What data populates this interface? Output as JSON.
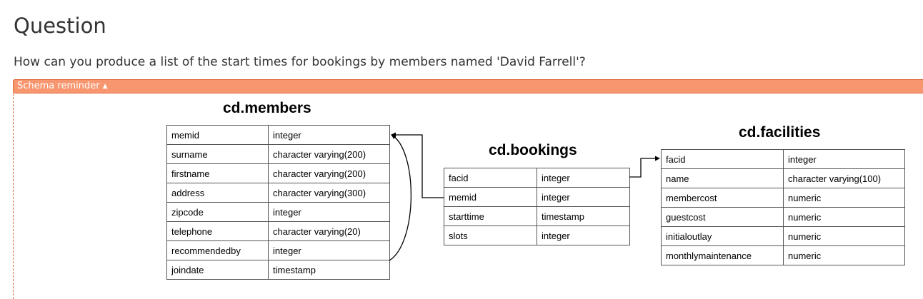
{
  "page": {
    "title": "Question",
    "question": "How can you produce a list of the start times for bookings by members named 'David Farrell'?"
  },
  "schema_toggle": {
    "label": "Schema reminder",
    "arrow": "▲"
  },
  "tables": {
    "members": {
      "title": "cd.members",
      "columns": [
        [
          "memid",
          "integer"
        ],
        [
          "surname",
          "character varying(200)"
        ],
        [
          "firstname",
          "character varying(200)"
        ],
        [
          "address",
          "character varying(300)"
        ],
        [
          "zipcode",
          "integer"
        ],
        [
          "telephone",
          "character varying(20)"
        ],
        [
          "recommendedby",
          "integer"
        ],
        [
          "joindate",
          "timestamp"
        ]
      ]
    },
    "bookings": {
      "title": "cd.bookings",
      "columns": [
        [
          "facid",
          "integer"
        ],
        [
          "memid",
          "integer"
        ],
        [
          "starttime",
          "timestamp"
        ],
        [
          "slots",
          "integer"
        ]
      ]
    },
    "facilities": {
      "title": "cd.facilities",
      "columns": [
        [
          "facid",
          "integer"
        ],
        [
          "name",
          "character varying(100)"
        ],
        [
          "membercost",
          "numeric"
        ],
        [
          "guestcost",
          "numeric"
        ],
        [
          "initialoutlay",
          "numeric"
        ],
        [
          "monthlymaintenance",
          "numeric"
        ]
      ]
    }
  }
}
